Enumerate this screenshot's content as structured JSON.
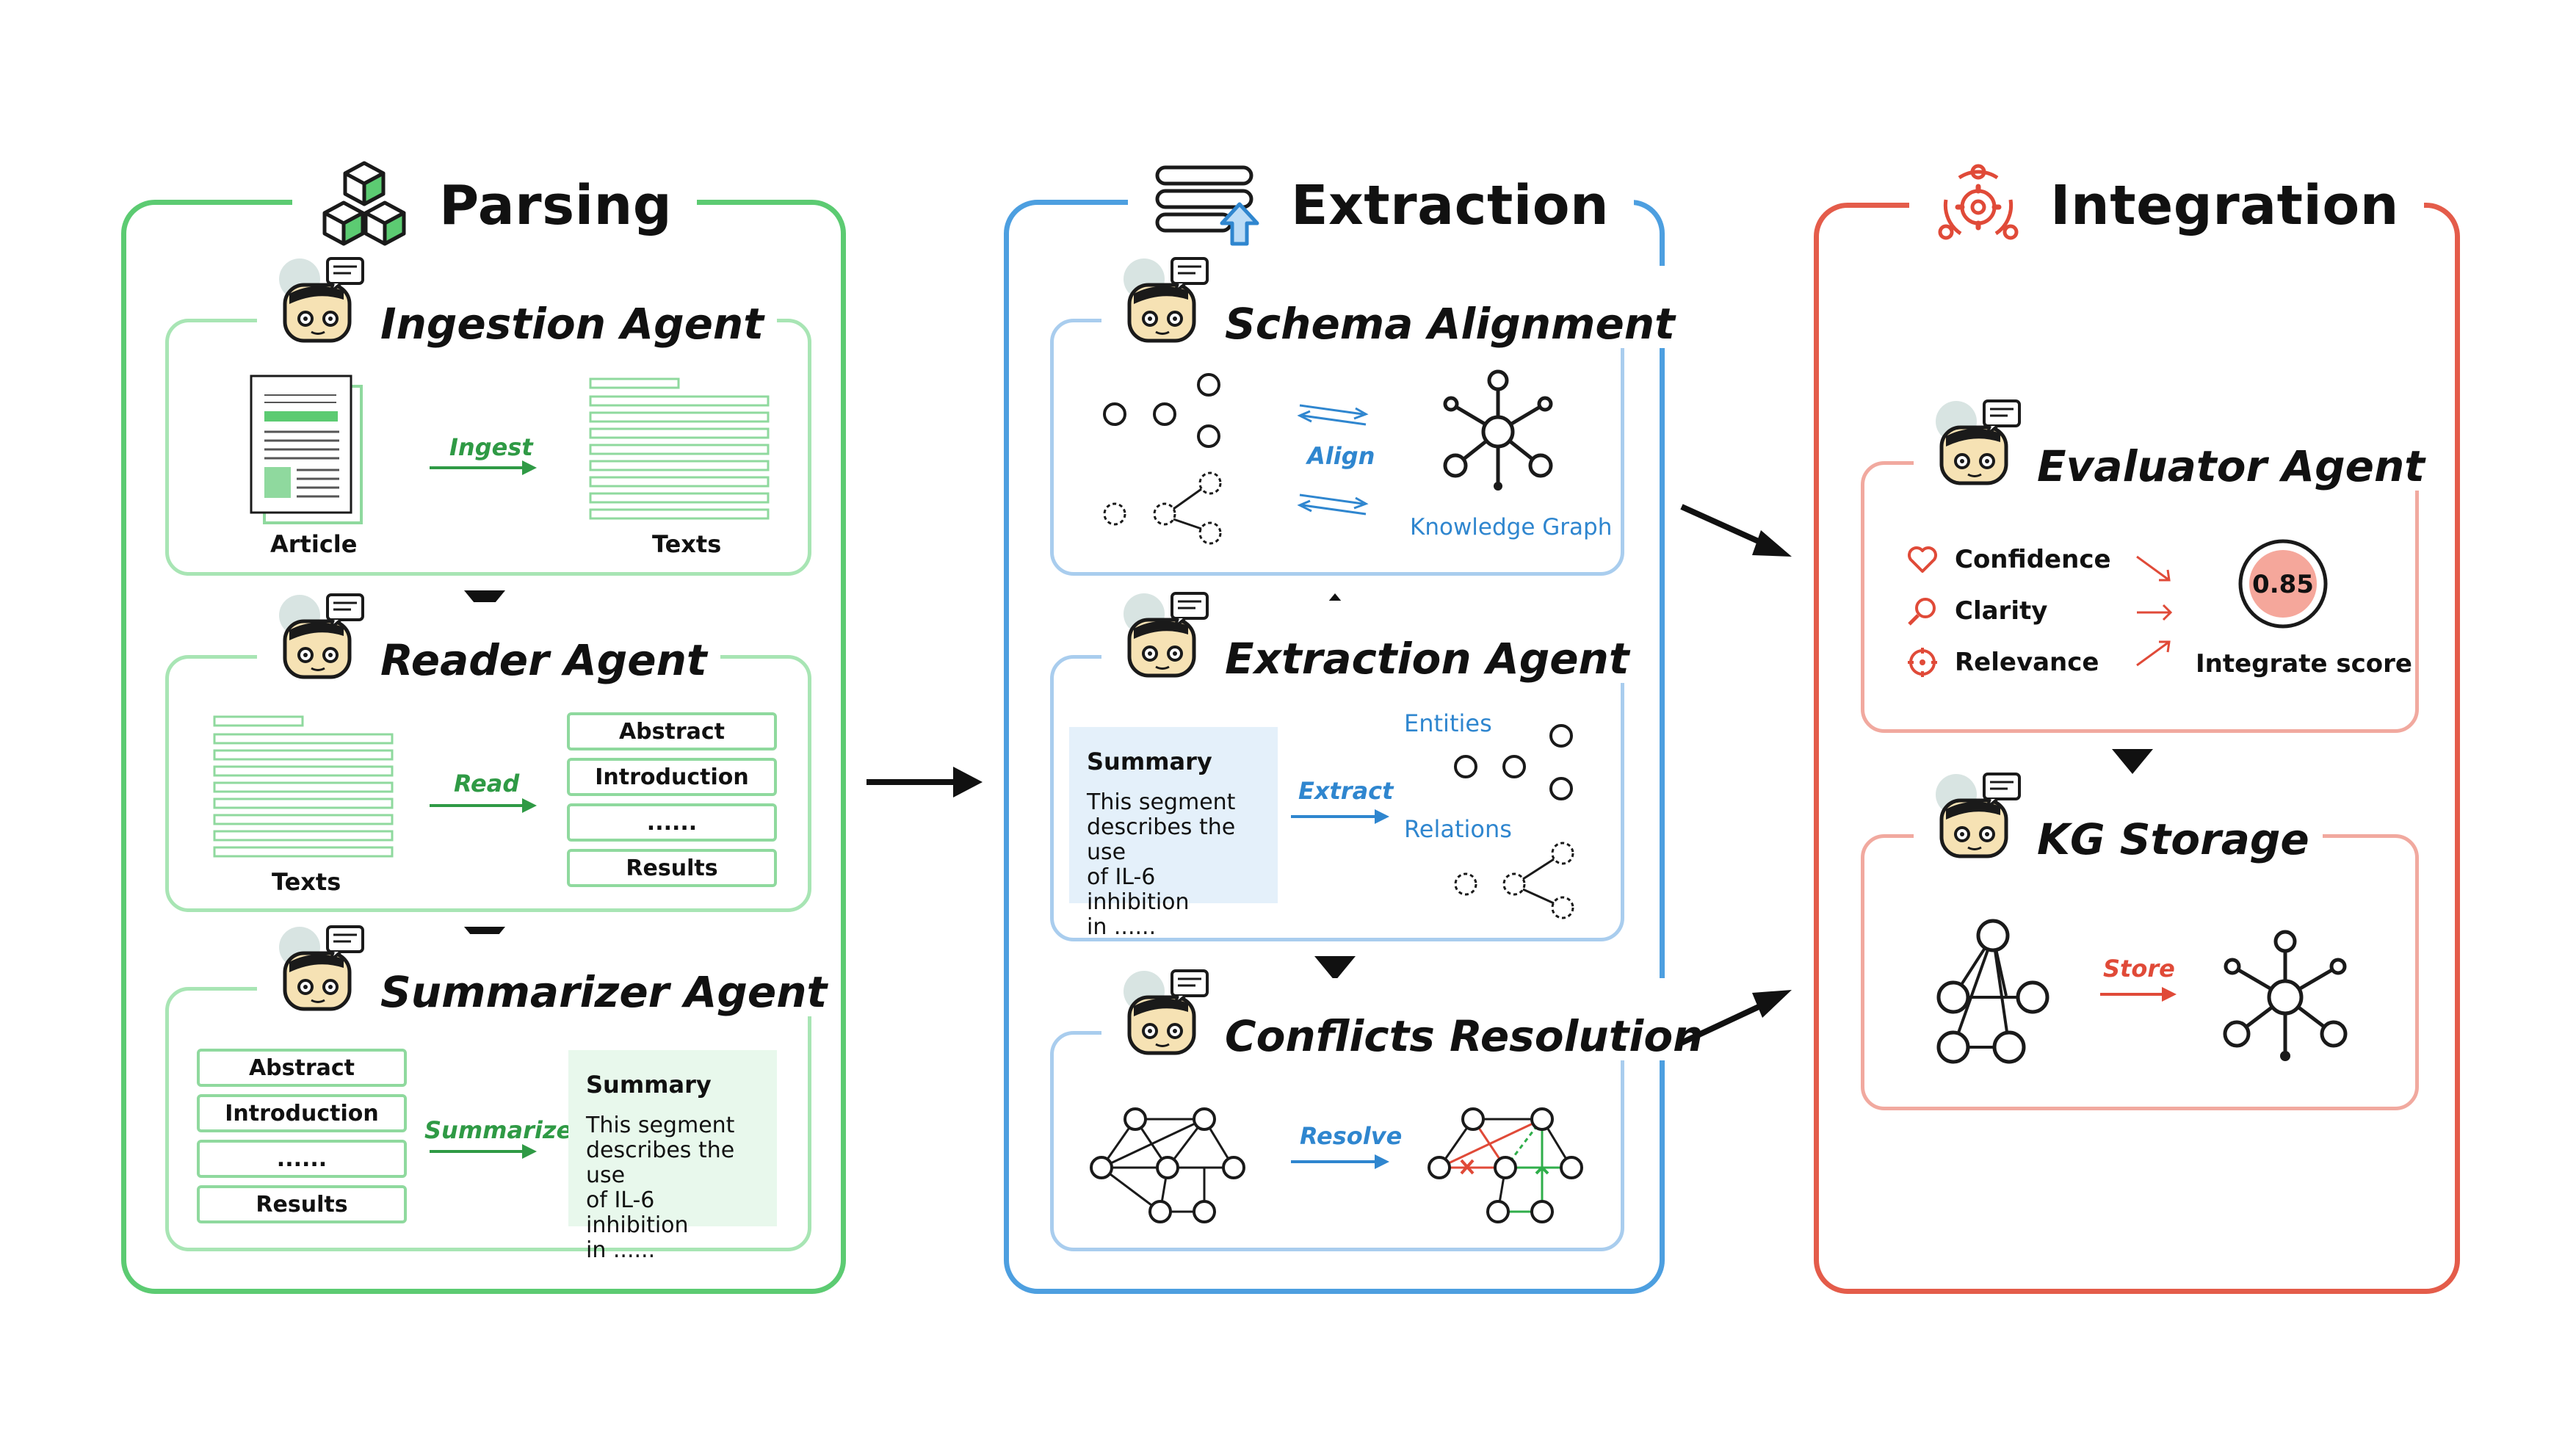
{
  "parsing": {
    "title": "Parsing",
    "ingestion": {
      "agent": "Ingestion Agent",
      "verb": "Ingest",
      "left_label": "Article",
      "right_label": "Texts"
    },
    "reader": {
      "agent": "Reader Agent",
      "verb": "Read",
      "left_label": "Texts",
      "sections": [
        "Abstract",
        "Introduction",
        "......",
        "Results"
      ]
    },
    "summarizer": {
      "agent": "Summarizer Agent",
      "verb": "Summarize",
      "sections": [
        "Abstract",
        "Introduction",
        "......",
        "Results"
      ],
      "summary_title": "Summary",
      "summary_lines": [
        "This segment",
        "describes the use",
        "of IL-6 inhibition",
        "in ......"
      ]
    }
  },
  "extraction": {
    "title": "Extraction",
    "schema": {
      "agent": "Schema Alignment",
      "verb": "Align",
      "kg_label": "Knowledge Graph"
    },
    "extraction_agent": {
      "agent": "Extraction Agent",
      "verb": "Extract",
      "summary_title": "Summary",
      "summary_lines": [
        "This segment",
        "describes the use",
        "of IL-6 inhibition",
        "in ......"
      ],
      "entities": "Entities",
      "relations": "Relations"
    },
    "conflicts": {
      "agent": "Conflicts Resolution",
      "verb": "Resolve"
    }
  },
  "integration": {
    "title": "Integration",
    "evaluator": {
      "agent": "Evaluator Agent",
      "metrics": [
        "Confidence",
        "Clarity",
        "Relevance"
      ],
      "score": "0.85",
      "score_label": "Integrate score"
    },
    "storage": {
      "agent": "KG Storage",
      "verb": "Store"
    }
  },
  "colors": {
    "green": "#5ccb72",
    "blue": "#4d9fe0",
    "red": "#e45c4a"
  }
}
